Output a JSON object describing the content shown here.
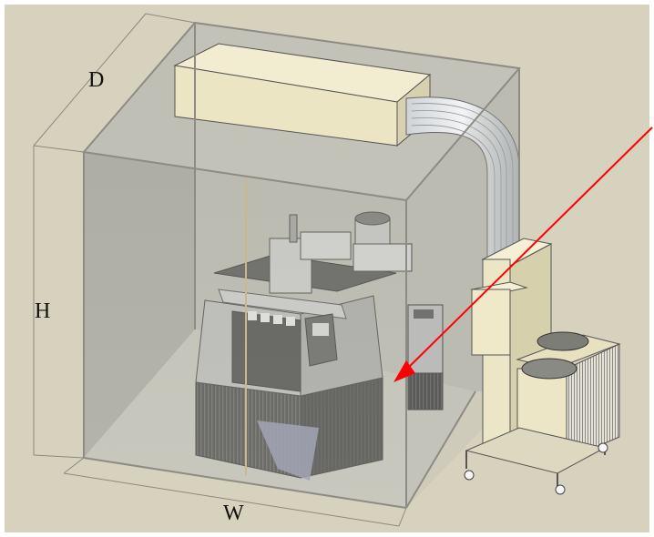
{
  "dimensions": {
    "depth_label": "D",
    "height_label": "H",
    "width_label": "W"
  },
  "colors": {
    "background": "#d6d2be",
    "enclosure_frame": "#9a9a9a",
    "enclosure_glass": "#c6c6bc",
    "duct": "#efe9c9",
    "machine_dark": "#3b3b3b",
    "machine_light": "#bdbdbd",
    "chiller_cream": "#ece6c6",
    "arrow": "#ff0000"
  },
  "icons": [
    "enclosure",
    "air-duct",
    "cnc-machine",
    "chiller-unit",
    "fan",
    "pointer-arrow"
  ]
}
